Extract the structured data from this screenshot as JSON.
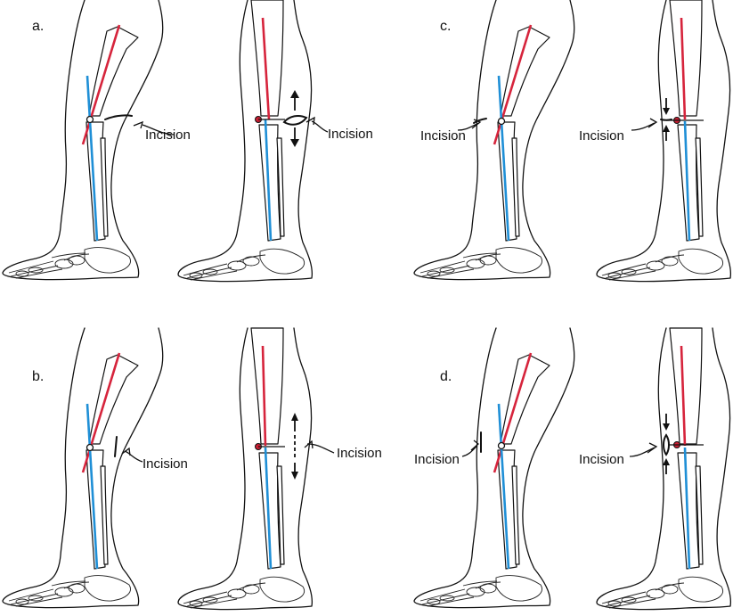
{
  "panels": {
    "a": {
      "label": "a."
    },
    "b": {
      "label": "b."
    },
    "c": {
      "label": "c."
    },
    "d": {
      "label": "d."
    }
  },
  "incision_label": "Incision",
  "colors": {
    "tibial_axis": "#1f8fd6",
    "femoral_axis": "#d6243c",
    "outline": "#111111"
  },
  "icons": [
    "open-pivot-circle",
    "filled-pivot-dot",
    "incision-arrow-up",
    "incision-arrow-down"
  ]
}
